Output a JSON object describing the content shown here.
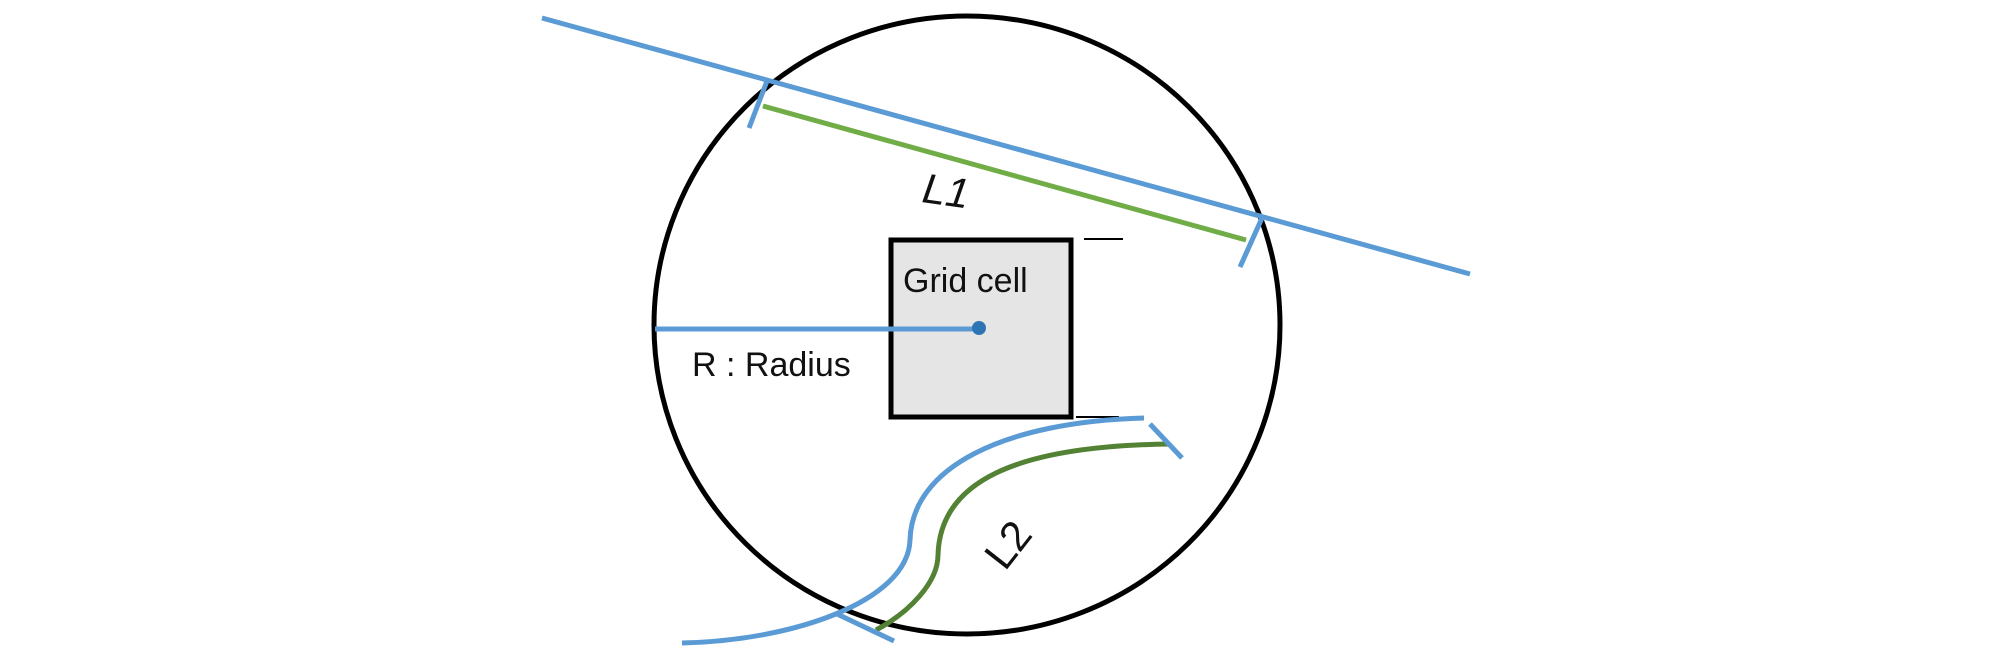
{
  "labels": {
    "grid_cell": "Grid cell",
    "radius": "R : Radius",
    "l1": "L1",
    "l2": "L2"
  },
  "colors": {
    "outline": "#000000",
    "blue_line": "#5b9bd5",
    "green_light": "#70ad47",
    "green_dark": "#548235",
    "cell_fill": "#e6e5e6",
    "center_dot": "#2e75b6"
  }
}
